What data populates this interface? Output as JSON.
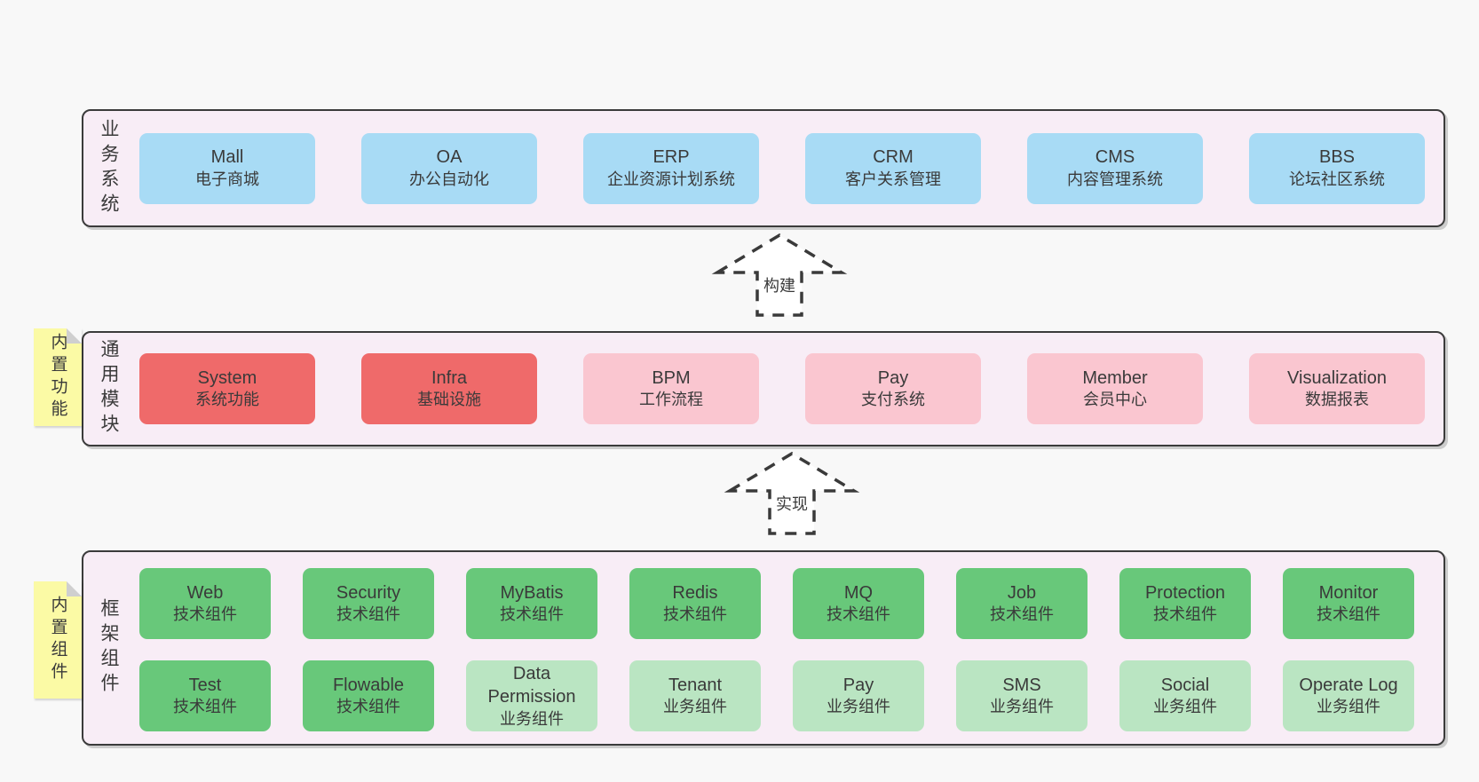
{
  "colors": {
    "bandBg": "#f8edf6",
    "border": "#3b3b3b",
    "blue": "#a8dbf5",
    "red": "#ef6a6a",
    "pink": "#fac6d0",
    "greenDark": "#68c87a",
    "greenLight": "#bae5c2",
    "sticky": "#fbfaa5"
  },
  "arrows": [
    {
      "label": "构建"
    },
    {
      "label": "实现"
    }
  ],
  "bands": [
    {
      "label": "业务系统",
      "items": [
        {
          "title": "Mall",
          "subtitle": "电子商城"
        },
        {
          "title": "OA",
          "subtitle": "办公自动化"
        },
        {
          "title": "ERP",
          "subtitle": "企业资源计划系统"
        },
        {
          "title": "CRM",
          "subtitle": "客户关系管理"
        },
        {
          "title": "CMS",
          "subtitle": "内容管理系统"
        },
        {
          "title": "BBS",
          "subtitle": "论坛社区系统"
        }
      ]
    },
    {
      "label": "通用模块",
      "sticky": "内置功能",
      "items": [
        {
          "title": "System",
          "subtitle": "系统功能"
        },
        {
          "title": "Infra",
          "subtitle": "基础设施"
        },
        {
          "title": "BPM",
          "subtitle": "工作流程"
        },
        {
          "title": "Pay",
          "subtitle": "支付系统"
        },
        {
          "title": "Member",
          "subtitle": "会员中心"
        },
        {
          "title": "Visualization",
          "subtitle": "数据报表"
        }
      ]
    },
    {
      "label": "框架组件",
      "sticky": "内置组件",
      "rows": [
        [
          {
            "title": "Web",
            "subtitle": "技术组件"
          },
          {
            "title": "Security",
            "subtitle": "技术组件"
          },
          {
            "title": "MyBatis",
            "subtitle": "技术组件"
          },
          {
            "title": "Redis",
            "subtitle": "技术组件"
          },
          {
            "title": "MQ",
            "subtitle": "技术组件"
          },
          {
            "title": "Job",
            "subtitle": "技术组件"
          },
          {
            "title": "Protection",
            "subtitle": "技术组件"
          },
          {
            "title": "Monitor",
            "subtitle": "技术组件"
          }
        ],
        [
          {
            "title": "Test",
            "subtitle": "技术组件"
          },
          {
            "title": "Flowable",
            "subtitle": "技术组件"
          },
          {
            "title": "Data Permission",
            "subtitle": "业务组件"
          },
          {
            "title": "Tenant",
            "subtitle": "业务组件"
          },
          {
            "title": "Pay",
            "subtitle": "业务组件"
          },
          {
            "title": "SMS",
            "subtitle": "业务组件"
          },
          {
            "title": "Social",
            "subtitle": "业务组件"
          },
          {
            "title": "Operate Log",
            "subtitle": "业务组件"
          }
        ]
      ]
    }
  ]
}
